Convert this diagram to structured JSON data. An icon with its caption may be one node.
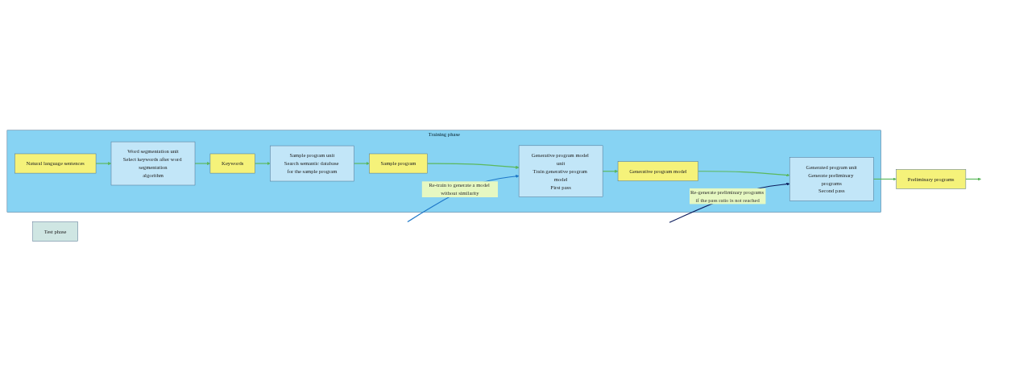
{
  "diagram": {
    "nodes": [
      {
        "text": [
          "Training phase"
        ]
      },
      {
        "text": [
          "Test phase"
        ]
      },
      {
        "text": [
          "Natural language sentences"
        ],
        "in": 0
      },
      {
        "text": [
          "Word segmentation unit",
          "Select keywords after word segmentation",
          "algorithm"
        ],
        "in": 0
      },
      {
        "text": [
          "Keywords"
        ],
        "in": 0
      },
      {
        "text": [
          "Sample program unit",
          "Search semantic database for the sample program"
        ],
        "in": 0
      },
      {
        "text": [
          "Sample program"
        ],
        "in": 0
      },
      {
        "text": [
          "Generative program model unit",
          "Train generative program model",
          "First pass"
        ],
        "in": 0
      },
      {
        "text": [
          "Generative program model"
        ],
        "in": 0
      },
      {
        "text": [
          "Generated program unit",
          "Generate preliminary programs",
          "Second pass"
        ],
        "in": 0
      },
      {
        "text": [
          "Preliminary programs"
        ]
      }
    ],
    "edges": [
      {
        "from": 2,
        "to": 3,
        "arrow": "to"
      },
      {
        "from": 3,
        "to": 4,
        "arrow": "to"
      },
      {
        "from": 4,
        "to": 5,
        "arrow": "to"
      },
      {
        "from": 5,
        "to": 6,
        "arrow": "to"
      },
      {
        "from": 6,
        "to": 7,
        "arrow": "to"
      },
      {
        "from": 7,
        "to": 8,
        "arrow": "to"
      },
      {
        "from": 8,
        "to": 9,
        "arrow": "to"
      },
      {
        "from": 9,
        "to": 10,
        "arrow": "to"
      },
      {
        "from": 10,
        "to": null,
        "arrow": "to"
      },
      {
        "from": null,
        "to": 7,
        "arrow": "to",
        "label": "Re-train to generate a model without similarity",
        "color": "#1f78c8"
      },
      {
        "from": null,
        "to": 9,
        "arrow": "to",
        "label": "Re-generate preliminary programs if the pass ratio is not reached",
        "color": "#0e1f5e"
      }
    ]
  }
}
